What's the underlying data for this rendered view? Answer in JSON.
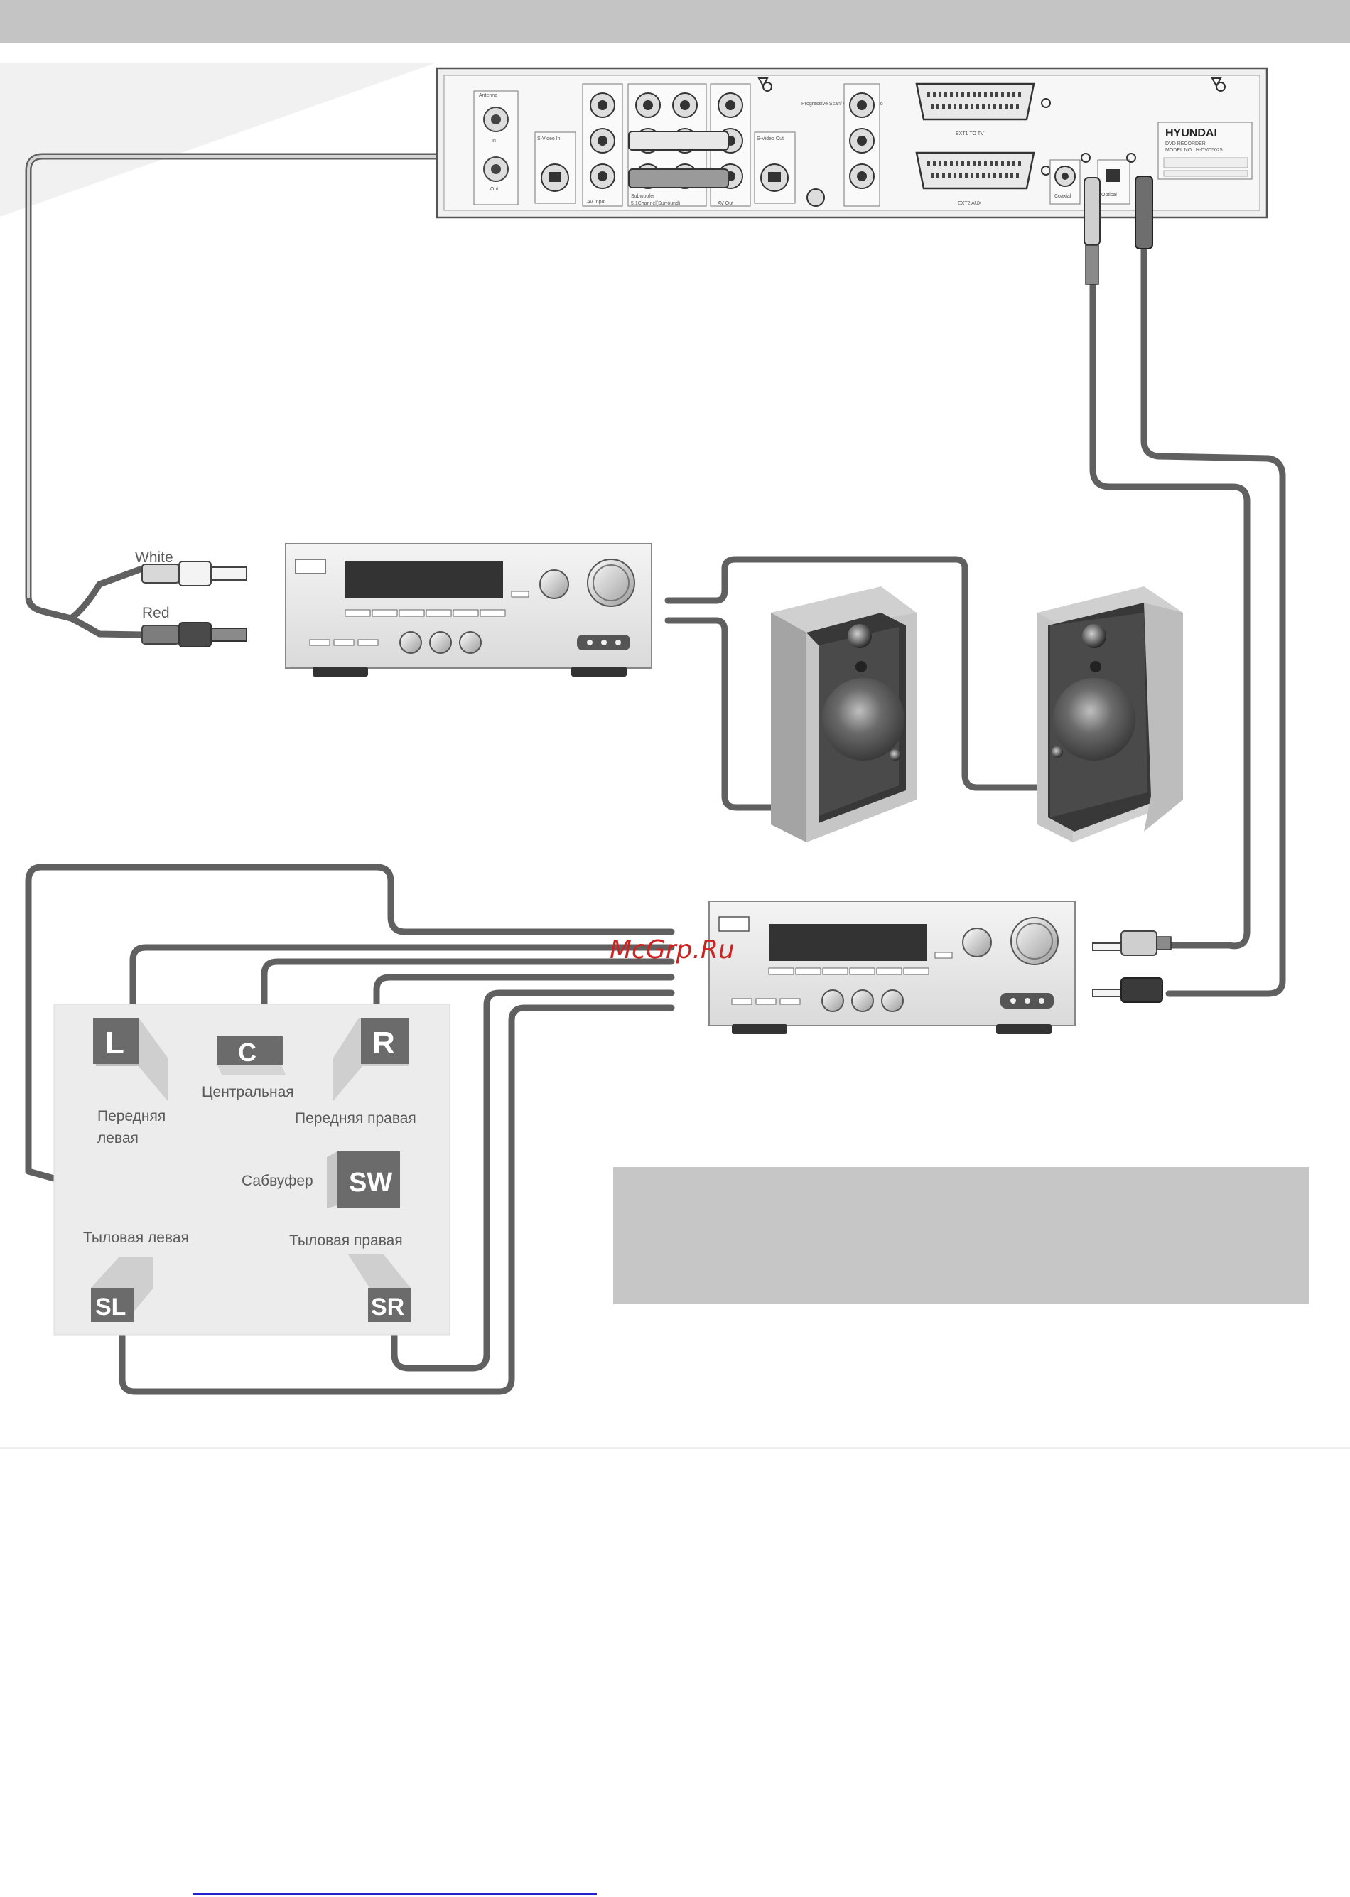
{
  "watermark": "McGrp.Ru",
  "dvd_recorder": {
    "brand": "HYUNDAI",
    "model_lines": [
      "DVD RECORDER",
      "MODEL NO.: H-DVD5025"
    ],
    "port_labels": {
      "antenna": "Antenna",
      "antenna_in": "In",
      "antenna_out": "Out",
      "svideo_in": "S-Video In",
      "av_input": "AV Input",
      "subwoofer": "Subwoofer",
      "channel": "5.1Channel(Surround)",
      "av_out": "AV Out",
      "svideo_out": "S-Video Out",
      "progressive": "Progressive Scan/ Component Video",
      "scart1": "EXT1 TO TV",
      "scart2": "EXT2 AUX",
      "coaxial": "Coaxial",
      "optical": "Optical"
    }
  },
  "connectors": {
    "white": "White",
    "red": "Red"
  },
  "speakers": {
    "front_left": {
      "badge": "L",
      "label_line1": "Передняя",
      "label_line2": "левая"
    },
    "center": {
      "badge": "C",
      "label": "Центральная"
    },
    "front_right": {
      "badge": "R",
      "label": "Передняя правая"
    },
    "subwoofer": {
      "badge": "SW",
      "label": "Сабвуфер"
    },
    "surround_left": {
      "badge": "SL",
      "label": "Тыловая левая"
    },
    "surround_right": {
      "badge": "SR",
      "label": "Тыловая правая"
    }
  },
  "colors": {
    "cable": "#606060",
    "header_band": "#c4c4c4",
    "note_box": "#c6c6c6",
    "speaker_panel": "#ececec",
    "badge": "#6b6b6b",
    "watermark": "#cc2222"
  }
}
